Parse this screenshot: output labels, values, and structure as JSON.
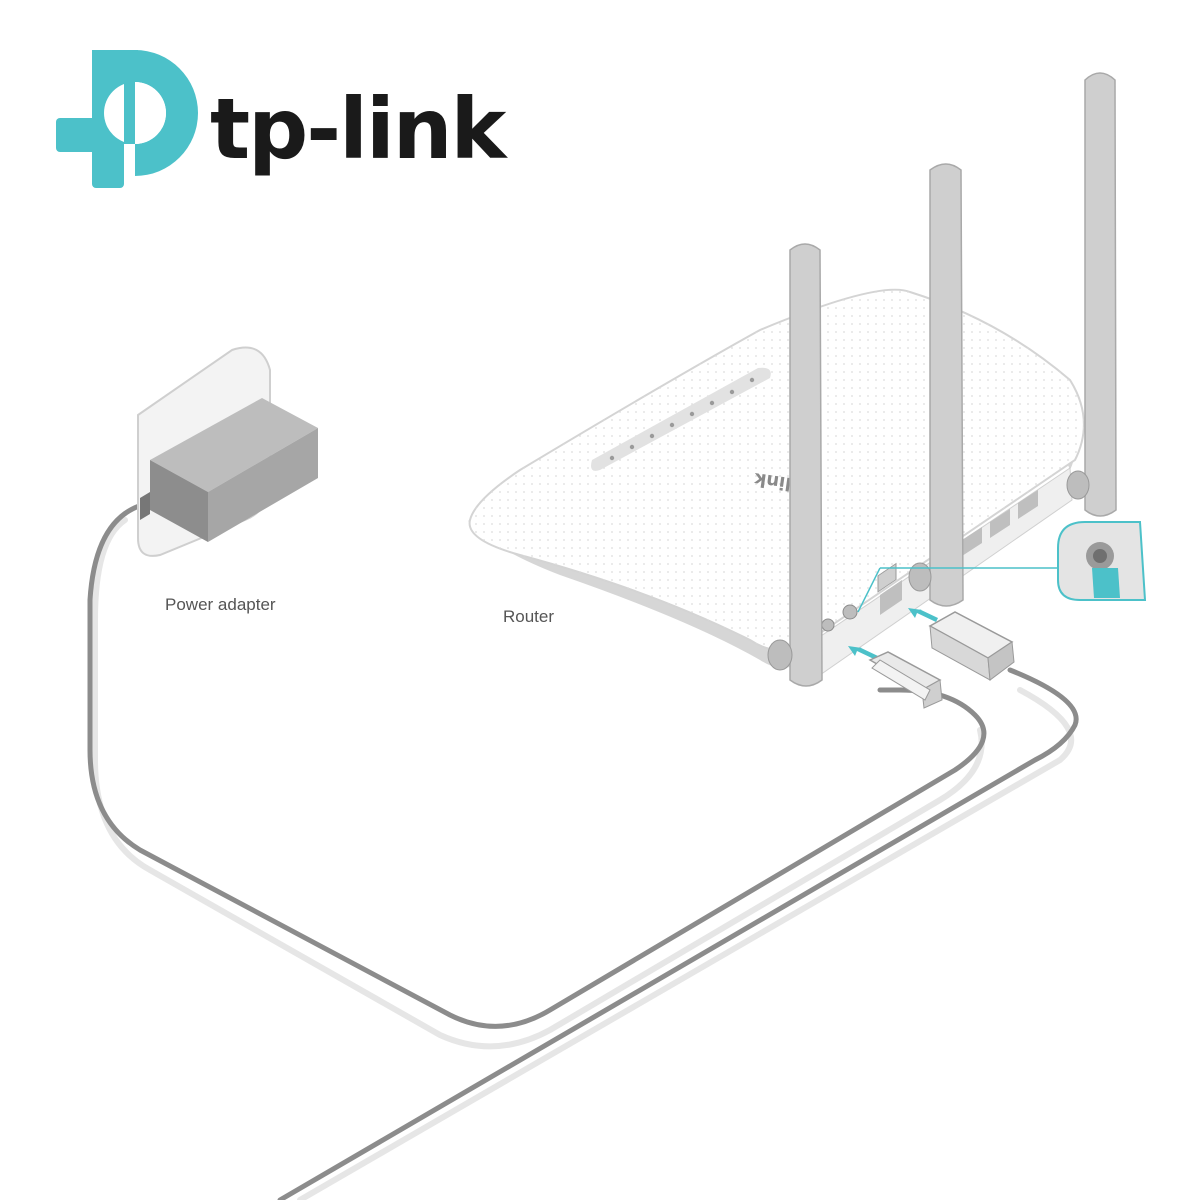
{
  "brand": {
    "name": "tp-link",
    "logo_color": "#4cc1c9",
    "text_color": "#1a1a1a"
  },
  "labels": {
    "power_adapter": "Power adapter",
    "router": "Router"
  },
  "colors": {
    "cable": "#8c8c8c",
    "cable_shadow": "#e2e2e2",
    "accent": "#4cc1c9",
    "antenna": "#c9c9c9"
  },
  "icons": {
    "logo": "tp-link-logo-icon",
    "adapter": "power-adapter-icon",
    "router": "router-icon",
    "arrow": "insert-arrow-icon",
    "power_button_callout": "power-button-callout-icon"
  }
}
